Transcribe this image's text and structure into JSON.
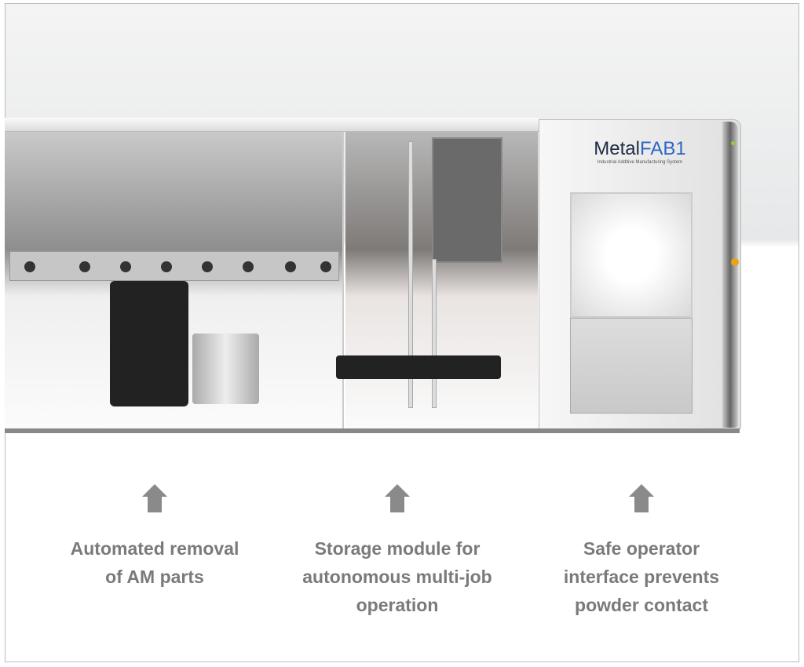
{
  "logo": {
    "name_a": "Metal",
    "name_b": "FAB1",
    "subtitle": "Industrial Additive Manufacturing System"
  },
  "callouts": [
    {
      "icon": "arrow-up-icon",
      "lines": [
        "Automated removal",
        "of AM parts"
      ]
    },
    {
      "icon": "arrow-up-icon",
      "lines": [
        "Storage module for",
        "autonomous multi-job",
        "operation"
      ]
    },
    {
      "icon": "arrow-up-icon",
      "lines": [
        "Safe operator",
        "interface prevents",
        "powder contact"
      ]
    }
  ],
  "colors": {
    "caption": "#7a7a7a",
    "brand": "#2d66c3",
    "estop": "#e8a21c"
  }
}
